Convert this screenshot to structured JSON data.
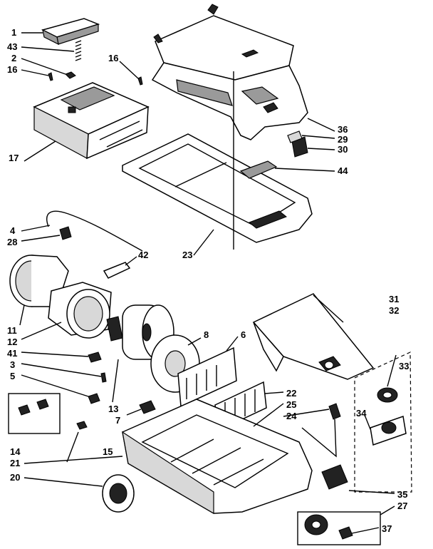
{
  "labels": {
    "l1": "1",
    "l43": "43",
    "l2": "2",
    "l16a": "16",
    "l16b": "16",
    "l17": "17",
    "l36": "36",
    "l29": "29",
    "l30": "30",
    "l44": "44",
    "l23": "23",
    "l4": "4",
    "l28": "28",
    "l42": "42",
    "l11": "11",
    "l12": "12",
    "l41": "41",
    "l3": "3",
    "l5": "5",
    "l13": "13",
    "l7": "7",
    "l8": "8",
    "l6": "6",
    "l31": "31",
    "l32": "32",
    "l33": "33",
    "l22": "22",
    "l25": "25",
    "l24": "24",
    "l34": "34",
    "l14": "14",
    "l15": "15",
    "l21": "21",
    "l20": "20",
    "l35": "35",
    "l27": "27",
    "l37": "37"
  }
}
